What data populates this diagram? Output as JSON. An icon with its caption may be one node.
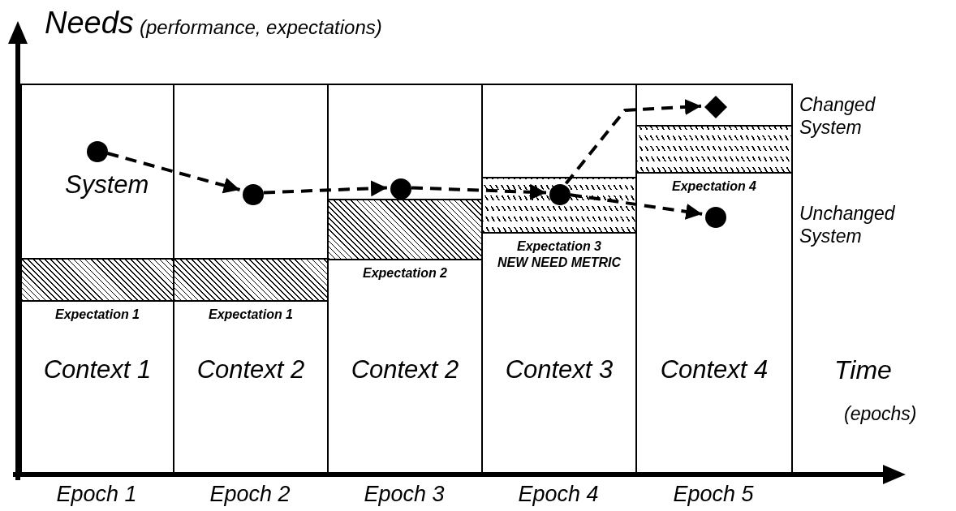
{
  "diagram": {
    "nodes": [
      {
        "text": [
          "Context 1"
        ]
      },
      {
        "text": [
          "Expectation 1"
        ],
        "in": 0
      },
      {
        "text": [],
        "shape": "circle",
        "in": 0,
        "beside": [
          "System"
        ]
      },
      {
        "text": [
          "Context 2"
        ]
      },
      {
        "text": [
          "Expectation 1"
        ],
        "in": 3
      },
      {
        "text": [],
        "shape": "circle",
        "in": 3
      },
      {
        "text": [
          "Context 2"
        ]
      },
      {
        "text": [
          "Expectation 2"
        ],
        "in": 6
      },
      {
        "text": [],
        "shape": "circle",
        "in": 6
      },
      {
        "text": [
          "Context 3"
        ]
      },
      {
        "text": [
          "Expectation 3",
          "NEW NEED METRIC"
        ],
        "in": 9
      },
      {
        "text": [],
        "shape": "circle",
        "in": 10
      },
      {
        "text": [
          "Context 4"
        ]
      },
      {
        "text": [
          "Expectation 4"
        ],
        "in": 12
      },
      {
        "text": [],
        "shape": "diamond",
        "in": 12
      },
      {
        "text": [],
        "shape": "circle",
        "in": 12
      }
    ],
    "edges": [
      {
        "from": 2,
        "to": 5,
        "arrow": "to",
        "style": "dashed"
      },
      {
        "from": 5,
        "to": 8,
        "arrow": "to",
        "style": "dashed"
      },
      {
        "from": 8,
        "to": 11,
        "arrow": "to",
        "style": "dashed"
      },
      {
        "from": 11,
        "to": 14,
        "arrow": "to",
        "style": "dashed"
      },
      {
        "from": 11,
        "to": 15,
        "arrow": "to",
        "style": "dashed"
      }
    ],
    "labels": [
      "Needs",
      "(performance, expectations)",
      "Changed System",
      "Unchanged System",
      "Time",
      "(epochs)",
      "Epoch 1",
      "Epoch 2",
      "Epoch 3",
      "Epoch 4",
      "Epoch 5"
    ]
  }
}
